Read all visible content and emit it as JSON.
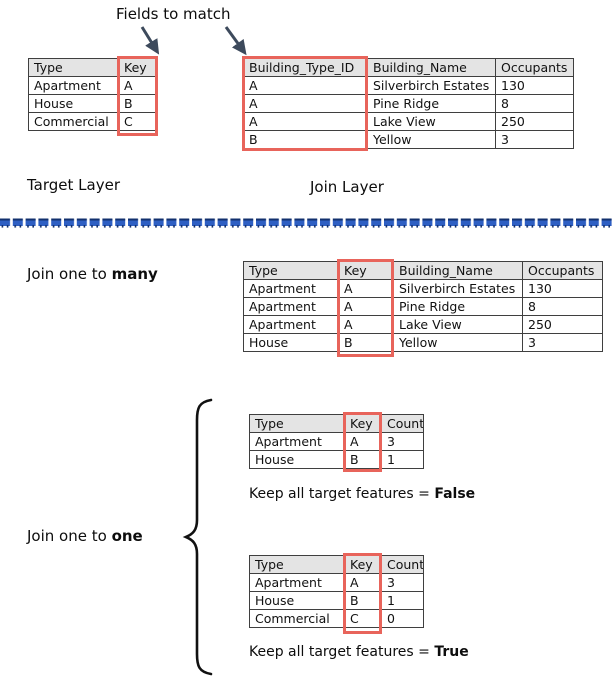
{
  "annotations": {
    "fields_to_match": "Fields to match",
    "target_layer": "Target Layer",
    "join_layer": "Join Layer",
    "join_one_to_many_prefix": "Join one to ",
    "join_one_to_many_emphasis": "many",
    "join_one_to_one_prefix": "Join one to ",
    "join_one_to_one_emphasis": "one",
    "keep_prefix": "Keep all target features = ",
    "keep_false": "False",
    "keep_true": "True"
  },
  "colors": {
    "highlight_red": "#e8645b",
    "divider_blue": "#2e5fc3",
    "arrow_slate": "#3d4a5c",
    "header_gray": "#e4e4e4",
    "border_gray": "#3f3f3f"
  },
  "target_table": {
    "headers": [
      "Type",
      "Key"
    ],
    "rows": [
      [
        "Apartment",
        "A"
      ],
      [
        "House",
        "B"
      ],
      [
        "Commercial",
        "C"
      ]
    ]
  },
  "join_table": {
    "headers": [
      "Building_Type_ID",
      "Building_Name",
      "Occupants"
    ],
    "rows": [
      [
        "A",
        "Silverbirch Estates",
        "130"
      ],
      [
        "A",
        "Pine Ridge",
        "8"
      ],
      [
        "A",
        "Lake View",
        "250"
      ],
      [
        "B",
        "Yellow",
        "3"
      ]
    ]
  },
  "one_to_many_table": {
    "headers": [
      "Type",
      "Key",
      "Building_Name",
      "Occupants"
    ],
    "rows": [
      [
        "Apartment",
        "A",
        "Silverbirch Estates",
        "130"
      ],
      [
        "Apartment",
        "A",
        "Pine Ridge",
        "8"
      ],
      [
        "Apartment",
        "A",
        "Lake View",
        "250"
      ],
      [
        "House",
        "B",
        "Yellow",
        "3"
      ]
    ]
  },
  "one_to_one_false_table": {
    "headers": [
      "Type",
      "Key",
      "Count"
    ],
    "rows": [
      [
        "Apartment",
        "A",
        "3"
      ],
      [
        "House",
        "B",
        "1"
      ]
    ]
  },
  "one_to_one_true_table": {
    "headers": [
      "Type",
      "Key",
      "Count"
    ],
    "rows": [
      [
        "Apartment",
        "A",
        "3"
      ],
      [
        "House",
        "B",
        "1"
      ],
      [
        "Commercial",
        "C",
        "0"
      ]
    ]
  }
}
